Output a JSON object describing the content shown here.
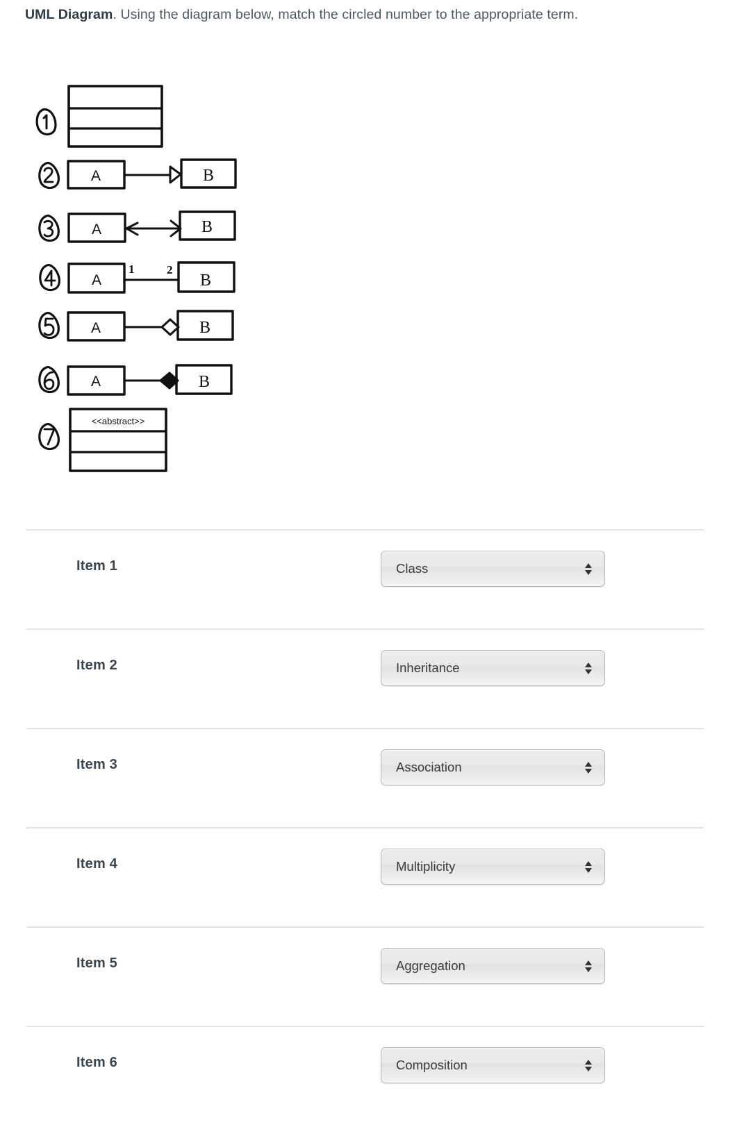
{
  "prompt": {
    "lead": "UML Diagram",
    "rest": ".  Using the diagram below, match the circled number to the appropriate term."
  },
  "diagram": {
    "kind": "hand-drawn-uml-legend",
    "abstract_stereotype": "<<abstract>>",
    "class_a_label": "A",
    "class_b_label": "B",
    "rows": [
      {
        "number": "1",
        "type": "class-box-three-compartments",
        "left_label": "",
        "right_label": "",
        "connector": "none"
      },
      {
        "number": "2",
        "type": "two-boxes",
        "left_label": "A",
        "right_label": "B",
        "connector": "hollow-triangle-arrow"
      },
      {
        "number": "3",
        "type": "two-boxes",
        "left_label": "A",
        "right_label": "B",
        "connector": "double-headed-line-arrow"
      },
      {
        "number": "4",
        "type": "two-boxes",
        "left_label": "A",
        "right_label": "B",
        "connector": "plain-line",
        "multiplicity_left": "1",
        "multiplicity_right": "2"
      },
      {
        "number": "5",
        "type": "two-boxes",
        "left_label": "A",
        "right_label": "B",
        "connector": "hollow-diamond"
      },
      {
        "number": "6",
        "type": "two-boxes",
        "left_label": "A",
        "right_label": "B",
        "connector": "filled-diamond"
      },
      {
        "number": "7",
        "type": "class-box-three-compartments",
        "header_text": "<<abstract>>",
        "connector": "none"
      }
    ]
  },
  "matching": {
    "rows": [
      {
        "label": "Item 1",
        "selected": "Class"
      },
      {
        "label": "Item 2",
        "selected": "Inheritance"
      },
      {
        "label": "Item 3",
        "selected": "Association"
      },
      {
        "label": "Item 4",
        "selected": "Multiplicity"
      },
      {
        "label": "Item 5",
        "selected": "Aggregation"
      },
      {
        "label": "Item 6",
        "selected": "Composition"
      }
    ]
  },
  "colors": {
    "text": "#2d3b45",
    "body_text": "#4b5860",
    "divider": "#e3e4e6",
    "select_border": "#b5b5b5",
    "ink": "#111111"
  }
}
